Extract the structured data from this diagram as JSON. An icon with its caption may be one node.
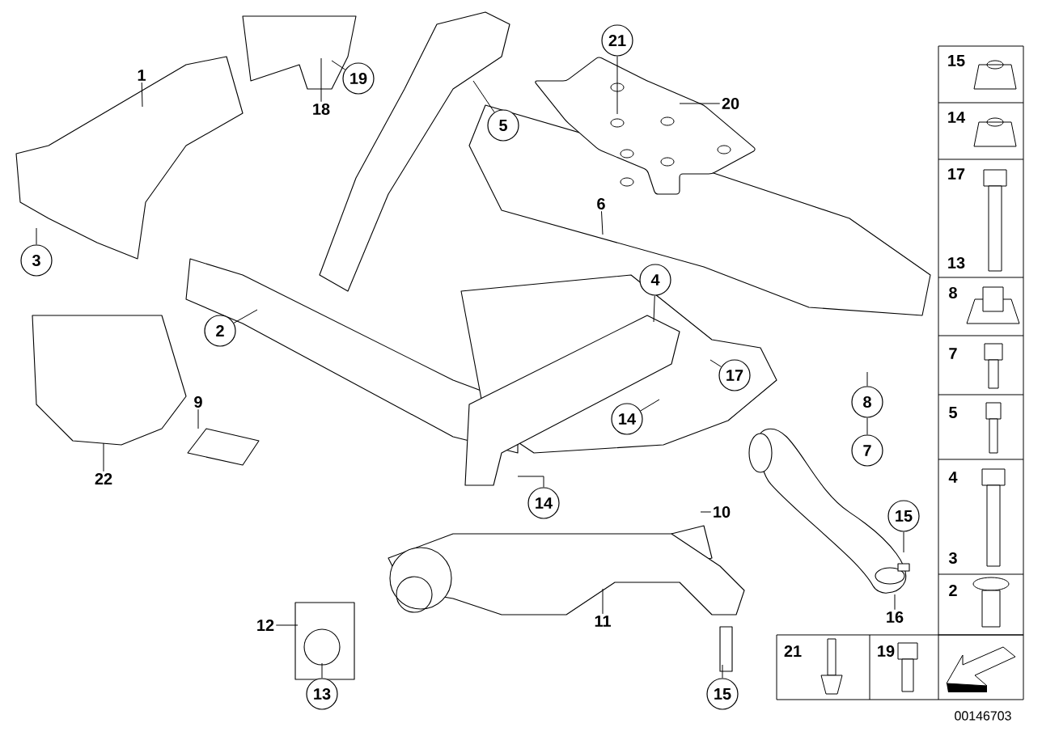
{
  "diagram": {
    "nodes": [
      {
        "text": [
          "1"
        ]
      },
      {
        "text": [
          "18"
        ]
      },
      {
        "text": [
          "19"
        ]
      },
      {
        "text": [
          "21"
        ]
      },
      {
        "text": [
          "20"
        ]
      },
      {
        "text": [
          "5"
        ]
      },
      {
        "text": [
          "6"
        ]
      },
      {
        "text": [
          "3"
        ]
      },
      {
        "text": [
          "4"
        ]
      },
      {
        "text": [
          "2"
        ]
      },
      {
        "text": [
          "17"
        ]
      },
      {
        "text": [
          "9"
        ]
      },
      {
        "text": [
          "14"
        ]
      },
      {
        "text": [
          "8"
        ]
      },
      {
        "text": [
          "7"
        ]
      },
      {
        "text": [
          "22"
        ]
      },
      {
        "text": [
          "14"
        ]
      },
      {
        "text": [
          "10"
        ]
      },
      {
        "text": [
          "15"
        ]
      },
      {
        "text": [
          "12"
        ]
      },
      {
        "text": [
          "11"
        ]
      },
      {
        "text": [
          "16"
        ]
      },
      {
        "text": [
          "13"
        ]
      },
      {
        "text": [
          "15"
        ]
      }
    ],
    "edges": [
      {
        "from": 0,
        "to": null,
        "arrow": "none"
      },
      {
        "from": 1,
        "to": null,
        "arrow": "none"
      },
      {
        "from": 2,
        "to": null,
        "arrow": "none"
      },
      {
        "from": 3,
        "to": null,
        "arrow": "none"
      },
      {
        "from": 4,
        "to": null,
        "arrow": "none"
      },
      {
        "from": 5,
        "to": null,
        "arrow": "none"
      },
      {
        "from": 6,
        "to": null,
        "arrow": "none"
      },
      {
        "from": 7,
        "to": null,
        "arrow": "none"
      },
      {
        "from": 8,
        "to": null,
        "arrow": "none"
      },
      {
        "from": 9,
        "to": null,
        "arrow": "none"
      },
      {
        "from": 10,
        "to": null,
        "arrow": "none"
      },
      {
        "from": 11,
        "to": null,
        "arrow": "none"
      },
      {
        "from": 12,
        "to": null,
        "arrow": "none"
      },
      {
        "from": 13,
        "to": null,
        "arrow": "none"
      },
      {
        "from": 14,
        "to": 13,
        "arrow": "none"
      },
      {
        "from": 15,
        "to": null,
        "arrow": "none"
      },
      {
        "from": 16,
        "to": null,
        "arrow": "none"
      },
      {
        "from": 17,
        "to": null,
        "arrow": "none"
      },
      {
        "from": 18,
        "to": null,
        "arrow": "none"
      },
      {
        "from": 19,
        "to": null,
        "arrow": "none"
      },
      {
        "from": 20,
        "to": null,
        "arrow": "none"
      },
      {
        "from": 21,
        "to": null,
        "arrow": "none"
      },
      {
        "from": 22,
        "to": null,
        "arrow": "none"
      },
      {
        "from": 23,
        "to": null,
        "arrow": "none"
      }
    ],
    "labels": [
      "15",
      "14",
      "17",
      "13",
      "8",
      "7",
      "5",
      "4",
      "3",
      "2",
      "21",
      "19",
      "00146703"
    ]
  }
}
